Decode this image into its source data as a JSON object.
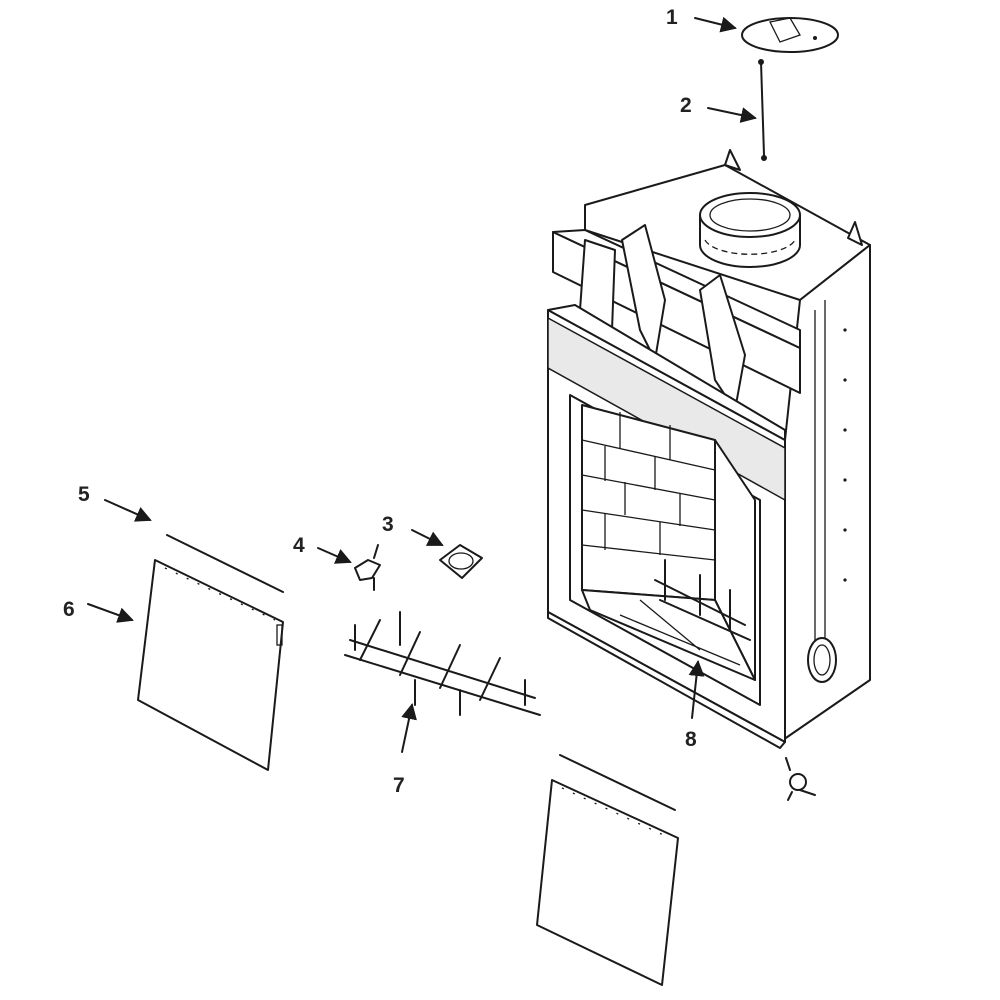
{
  "diagram": {
    "type": "exploded parts diagram",
    "callouts": [
      {
        "number": "1"
      },
      {
        "number": "2"
      },
      {
        "number": "3"
      },
      {
        "number": "4"
      },
      {
        "number": "5"
      },
      {
        "number": "6"
      },
      {
        "number": "7"
      },
      {
        "number": "8"
      }
    ]
  },
  "colors": {
    "line": "#1a1a1a",
    "background": "#ffffff",
    "label": "#222222"
  }
}
